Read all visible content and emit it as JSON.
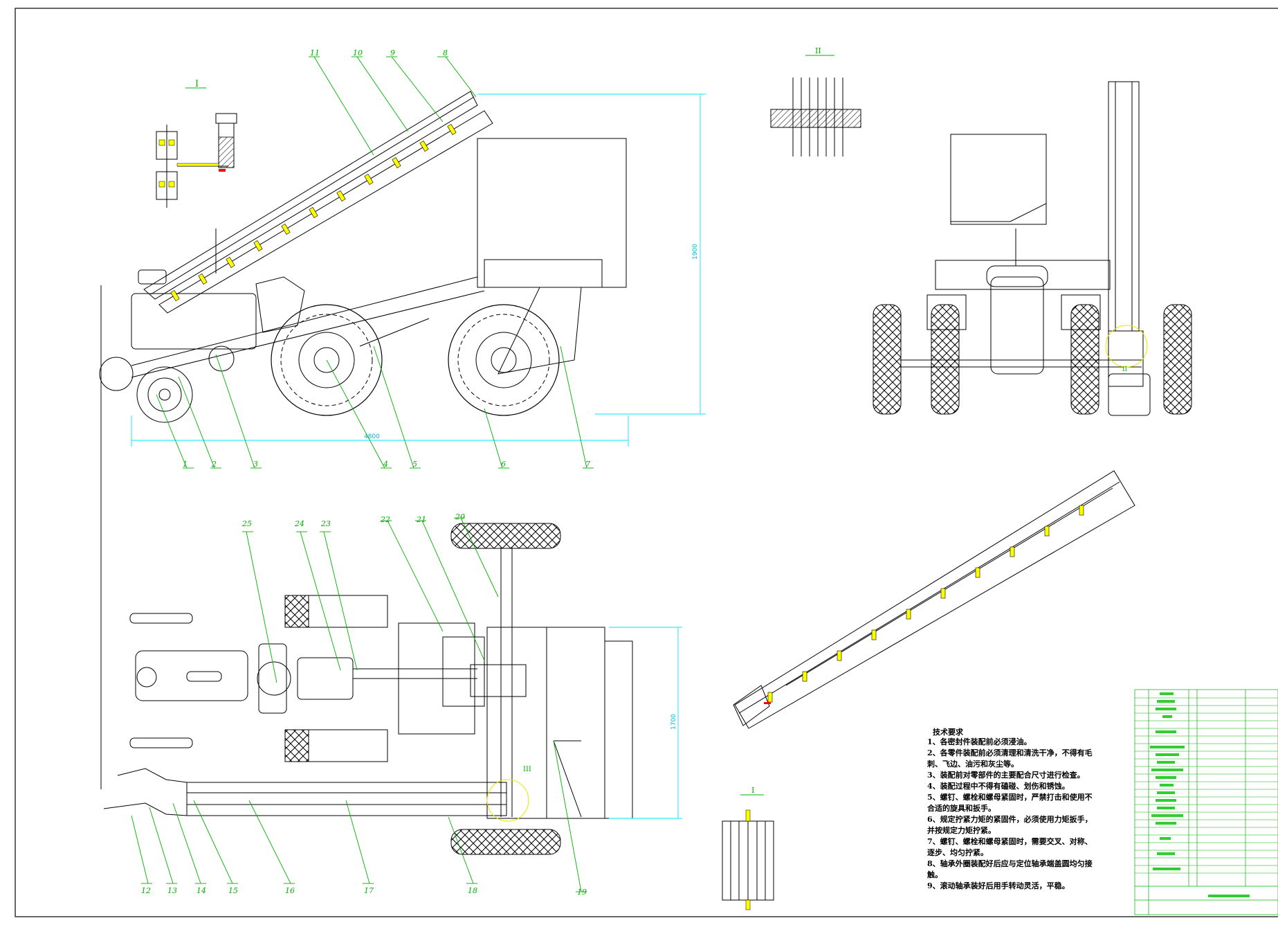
{
  "drawing": {
    "dimensions": {
      "side_length": "4800",
      "side_height": "1900",
      "plan_width": "1700"
    },
    "part_numbers": [
      "1",
      "2",
      "3",
      "4",
      "5",
      "6",
      "7",
      "8",
      "9",
      "10",
      "11",
      "12",
      "13",
      "14",
      "15",
      "16",
      "17",
      "18",
      "19",
      "20",
      "21",
      "22",
      "23",
      "24",
      "25"
    ],
    "views": {
      "detail_I": "I",
      "detail_II": "II",
      "detail_III": "III"
    },
    "technical_requirements": {
      "title": "技术要求",
      "lines": [
        "1、各密封件装配前必须浸油。",
        "2、各零件装配前必须清理和清洗干净，不得有毛",
        "刺、飞边、油污和灰尘等。",
        "3、装配前对零部件的主要配合尺寸进行检查。",
        "4、装配过程中不得有磕碰、划伤和锈蚀。",
        "5、螺钉、螺栓和螺母紧固时，严禁打击和使用不",
        "合适的旋具和扳手。",
        "6、规定拧紧力矩的紧固件，必须使用力矩扳手，",
        "并按规定力矩拧紧。",
        "7、螺钉、螺栓和螺母紧固时，需要交叉、对称、",
        "逐步、均匀拧紧。",
        "8、轴承外圈装配好后应与定位轴承端盖圆均匀接",
        "触。",
        "9、滚动轴承装好后用手转动灵活，平稳。"
      ]
    },
    "colors": {
      "outline": "#000000",
      "dimension": "#00e5ff",
      "leader": "#00b000",
      "highlight": "#ffff00",
      "accent": "#ff0000"
    }
  }
}
